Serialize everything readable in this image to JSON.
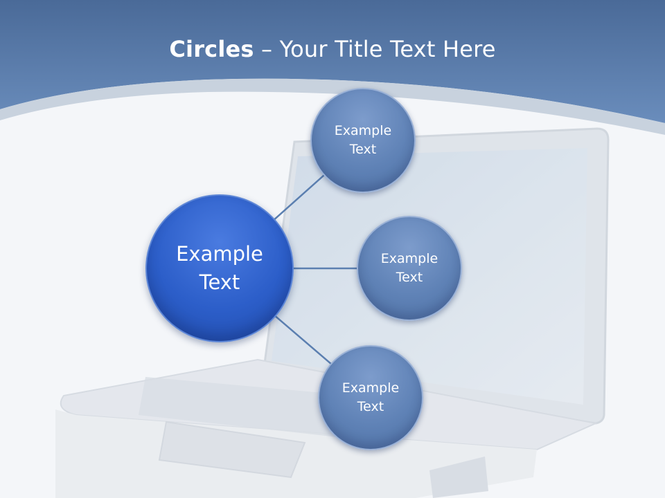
{
  "title": {
    "bold": "Circles",
    "rest": " – Your Title Text Here"
  },
  "diagram": {
    "center": {
      "label": "Example Text"
    },
    "nodes": [
      {
        "label": "Example Text"
      },
      {
        "label": "Example Text"
      },
      {
        "label": "Example Text"
      }
    ]
  },
  "colors": {
    "header": "#4d70a0",
    "center_fill": "#2c5ec9",
    "node_fill": "#5f82b6",
    "connector": "#5b7fb0"
  }
}
